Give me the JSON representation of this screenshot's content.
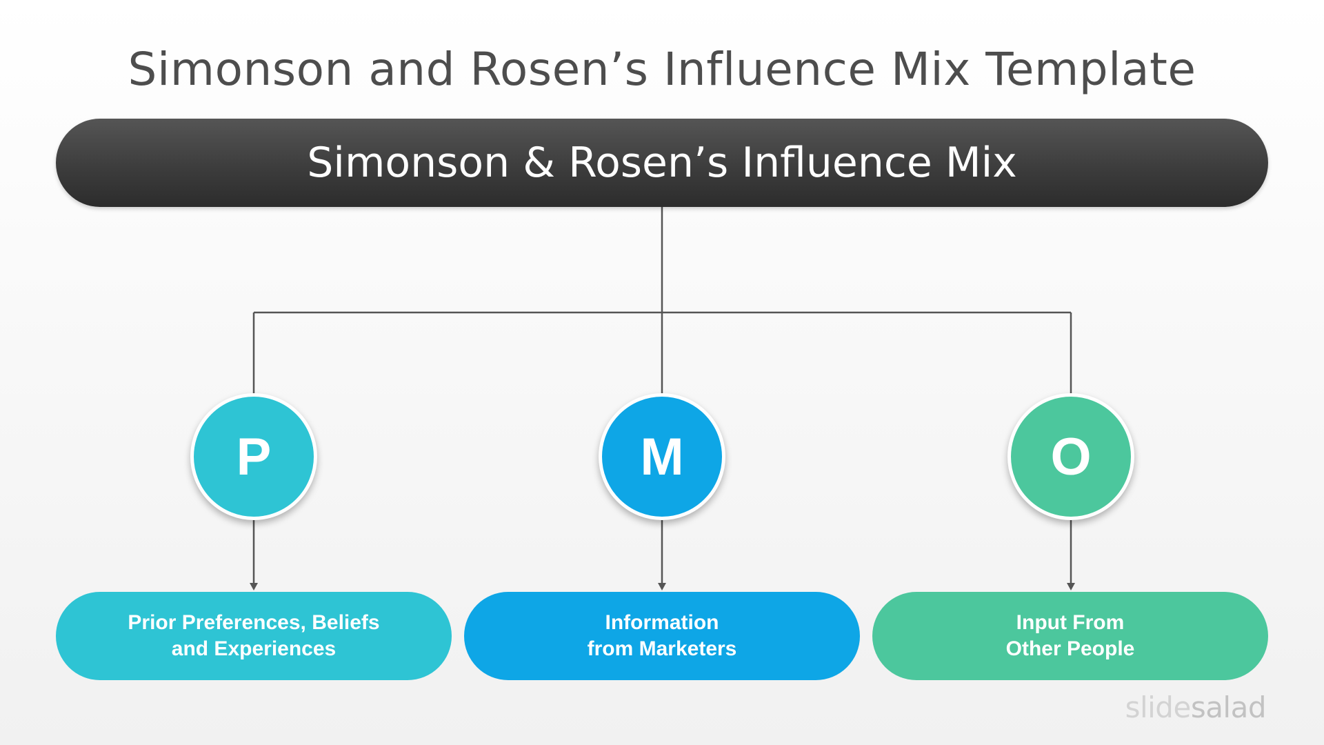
{
  "slide": {
    "title": "Simonson and Rosen’s Influence Mix Template",
    "banner_label": "Simonson & Rosen’s Influence Mix"
  },
  "colors": {
    "teal": "#2ec4d4",
    "blue": "#0ea6e6",
    "green": "#4cc79d",
    "banner": "#3d3d3d",
    "connector": "#555555"
  },
  "nodes": [
    {
      "letter": "P",
      "lines": [
        "Prior Preferences, Beliefs",
        "and Experiences"
      ],
      "color": "#2ec4d4"
    },
    {
      "letter": "M",
      "lines": [
        "Information",
        "from Marketers"
      ],
      "color": "#0ea6e6"
    },
    {
      "letter": "O",
      "lines": [
        "Input From",
        "Other People"
      ],
      "color": "#4cc79d"
    }
  ],
  "branding": {
    "logo_part_a": "slide",
    "logo_part_b": "salad"
  }
}
